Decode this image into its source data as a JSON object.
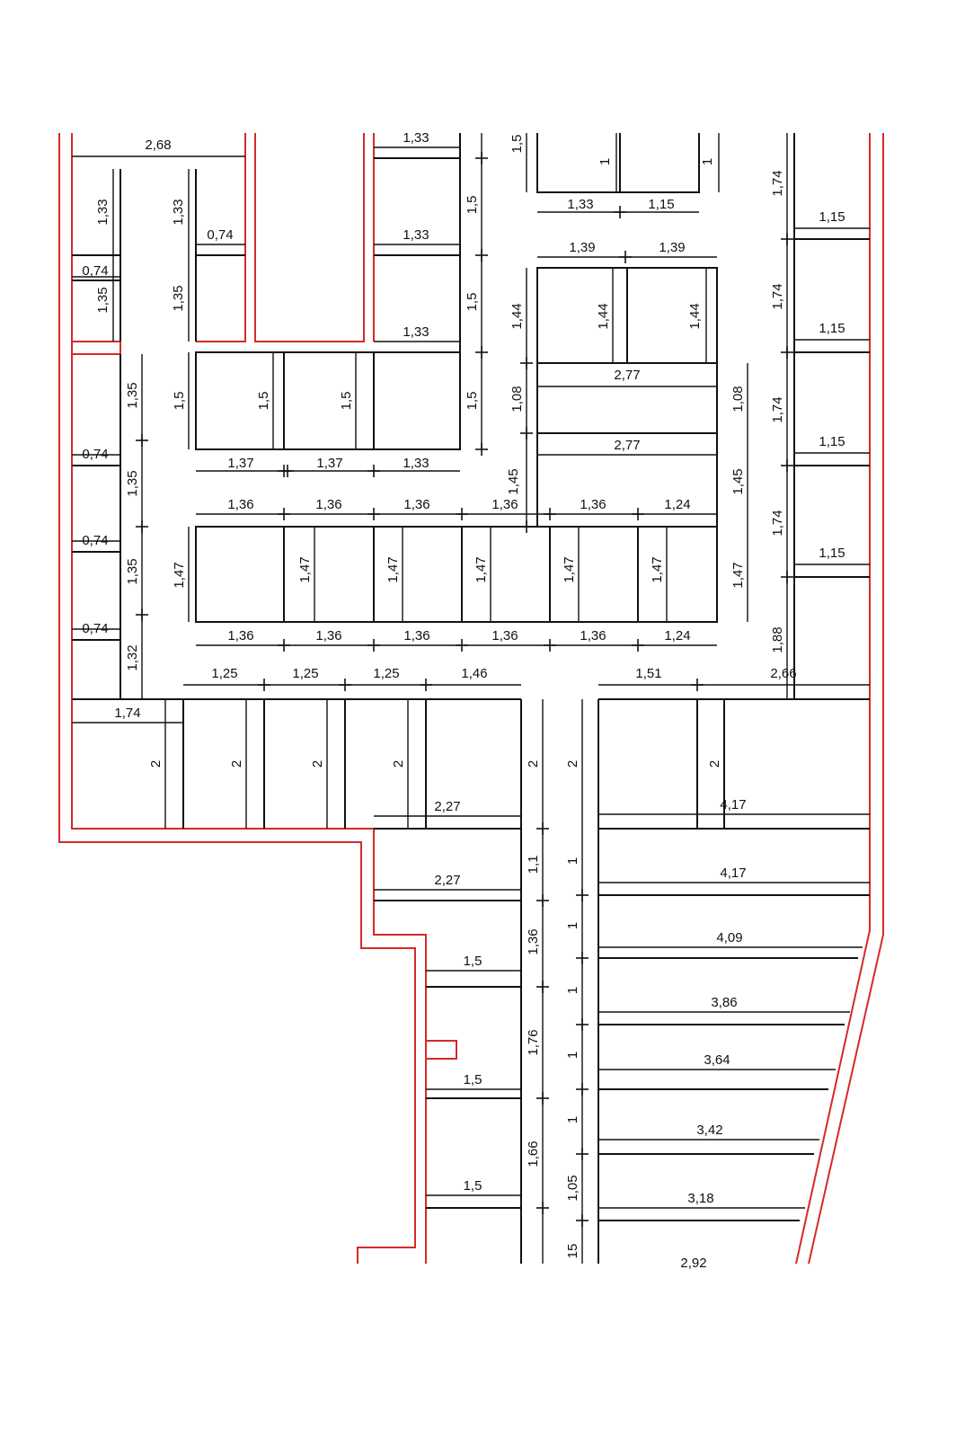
{
  "drawing": {
    "colors": {
      "wall": "#d42a2a",
      "line": "#111111",
      "background": "#ffffff"
    },
    "dims": {
      "d_2_68": "2,68",
      "d_1_33": "1,33",
      "d_0_74": "0,74",
      "d_1_35": "1,35",
      "d_1_5": "1,5",
      "d_1_15": "1,15",
      "d_1_39": "1,39",
      "d_1_44": "1,44",
      "d_2_77": "2,77",
      "d_1_08": "1,08",
      "d_1_45": "1,45",
      "d_1_37": "1,37",
      "d_1_36": "1,36",
      "d_1_24": "1,24",
      "d_1_47": "1,47",
      "d_1_74": "1,74",
      "d_1_32": "1,32",
      "d_1_88": "1,88",
      "d_1_25": "1,25",
      "d_1_46": "1,46",
      "d_1_51": "1,51",
      "d_2_66": "2,66",
      "d_2": "2",
      "d_2_27": "2,27",
      "d_4_17": "4,17",
      "d_4_09": "4,09",
      "d_3_86": "3,86",
      "d_3_64": "3,64",
      "d_3_42": "3,42",
      "d_3_18": "3,18",
      "d_2_92": "2,92",
      "d_1_1": "1,1",
      "d_1_76": "1,76",
      "d_1_66": "1,66",
      "d_1_05": "1,05",
      "d_1_15b": "15",
      "d_1": "1",
      "d_1_5v": "1,5"
    }
  }
}
